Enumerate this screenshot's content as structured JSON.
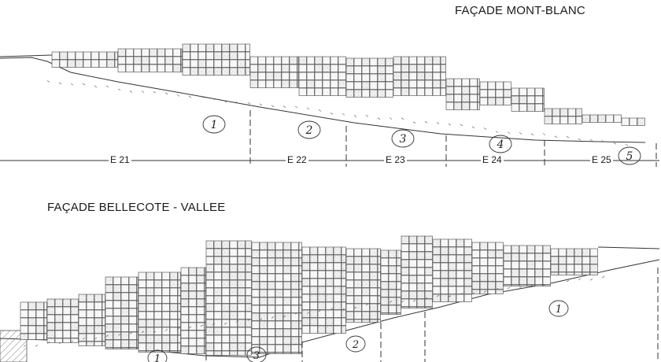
{
  "titles": {
    "top": "FAÇADE MONT-BLANC",
    "bottom": "FAÇADE BELLECOTE - VALLEE"
  },
  "top_sections": [
    {
      "label": "E 21"
    },
    {
      "label": "E 22"
    },
    {
      "label": "E 23"
    },
    {
      "label": "E 24"
    },
    {
      "label": "E 25"
    }
  ],
  "top_zones": [
    "1",
    "2",
    "3",
    "4",
    "5"
  ],
  "bottom_zones": [
    "1",
    "3",
    "2",
    "1"
  ],
  "colors": {
    "ink": "#1a1a1a",
    "line": "#333333",
    "hatch": "#8a8a8a",
    "cell_fill": "#ededed",
    "cell_dark": "#cfcfcf"
  }
}
